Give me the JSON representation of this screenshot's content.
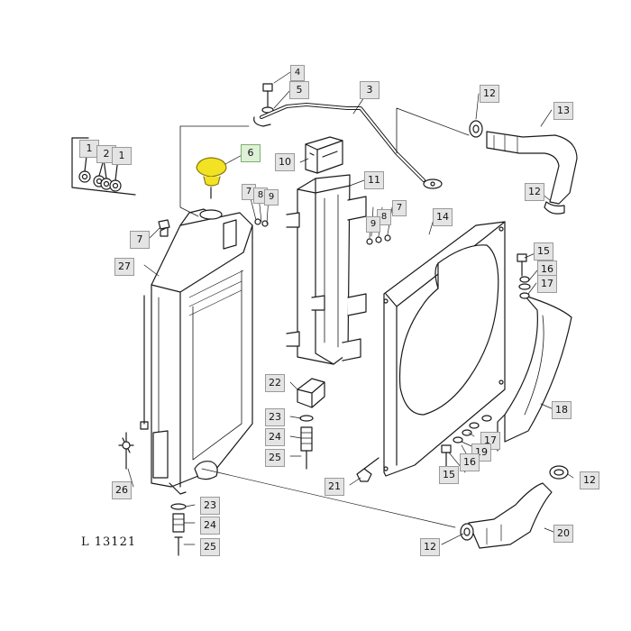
{
  "drawing_ref": "L 13121",
  "highlight_color": "#f2e224",
  "callouts": {
    "c1a": "1",
    "c2": "2",
    "c1b": "1",
    "c4": "4",
    "c5": "5",
    "c3": "3",
    "c6": "6",
    "c10": "10",
    "c11": "11",
    "c12a": "12",
    "c13": "13",
    "c12b": "12",
    "c7a": "7",
    "c8a": "8",
    "c9a": "9",
    "c7b": "7",
    "c8b": "8",
    "c9b": "9",
    "c7c": "7",
    "c14": "14",
    "c27": "27",
    "c15a": "15",
    "c16a": "16",
    "c17a": "17",
    "c18": "18",
    "c22": "22",
    "c23a": "23",
    "c24a": "24",
    "c25a": "25",
    "c17b": "17",
    "c19": "19",
    "c16b": "16",
    "c15b": "15",
    "c21": "21",
    "c26": "26",
    "c12c": "12",
    "c23b": "23",
    "c24b": "24",
    "c25b": "25",
    "c12d": "12",
    "c20": "20"
  }
}
